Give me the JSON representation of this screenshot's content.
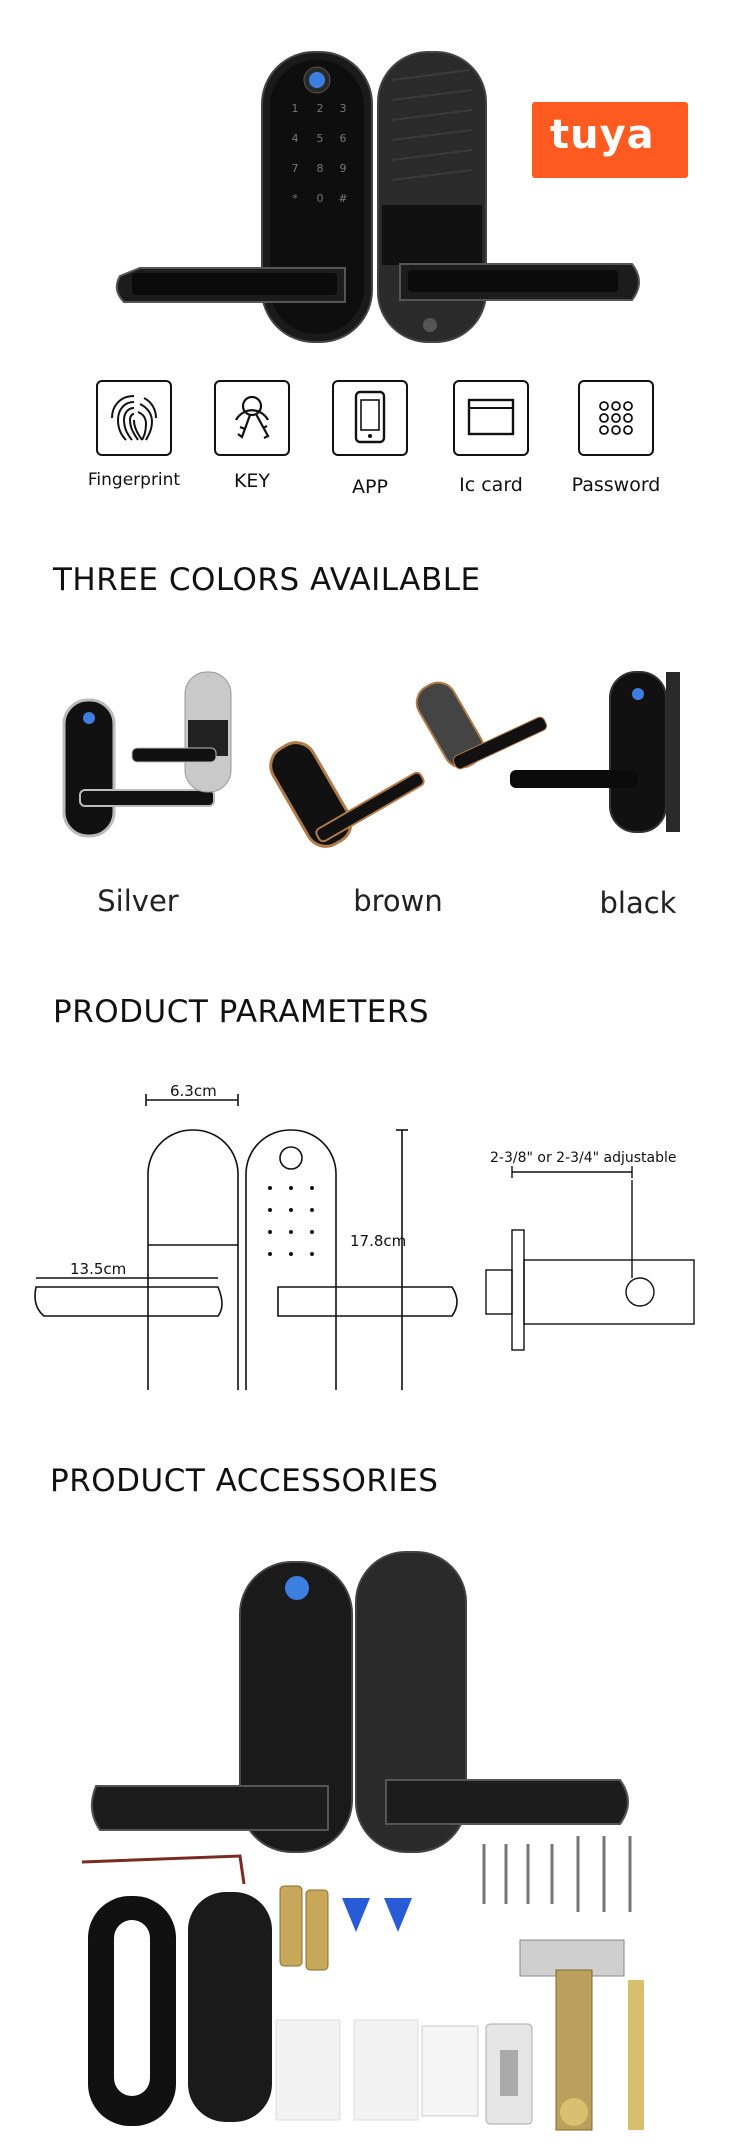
{
  "brand": {
    "logo_text": "tuya",
    "logo_color": "#ff5a1f"
  },
  "features": [
    {
      "label": "Fingerprint",
      "icon": "fingerprint-icon"
    },
    {
      "label": "KEY",
      "icon": "key-icon"
    },
    {
      "label": "APP",
      "icon": "phone-icon"
    },
    {
      "label": "Ic card",
      "icon": "card-icon"
    },
    {
      "label": "Password",
      "icon": "keypad-icon"
    }
  ],
  "colors_section": {
    "heading": "THREE COLORS AVAILABLE",
    "variants": [
      {
        "label": "Silver"
      },
      {
        "label": "brown"
      },
      {
        "label": "black"
      }
    ]
  },
  "parameters_section": {
    "heading": "PRODUCT PARAMETERS",
    "width": "6.3cm",
    "height": "17.8cm",
    "handle_length": "13.5cm",
    "latch_note": "2-3/8\" or 2-3/4\" adjustable"
  },
  "accessories_section": {
    "heading": "PRODUCT ACCESSORIES"
  }
}
